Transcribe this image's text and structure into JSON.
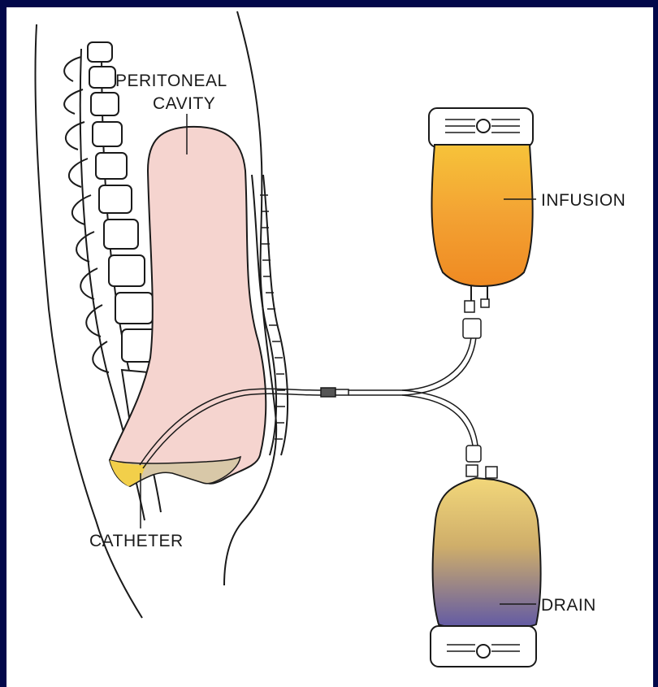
{
  "labels": {
    "peritoneal_line1": "PERITONEAL",
    "peritoneal_line2": "CAVITY",
    "infusion": "INFUSION",
    "catheter": "CATHETER",
    "drain": "DRAIN"
  },
  "colors": {
    "frame": "#02084a",
    "background": "#ffffff",
    "cavity_fill": "#f5d4cf",
    "infusion_fluid": "#f3a233",
    "drain_top": "#e9c86a",
    "drain_bottom": "#6d64a8",
    "line": "#1a1a1a"
  }
}
